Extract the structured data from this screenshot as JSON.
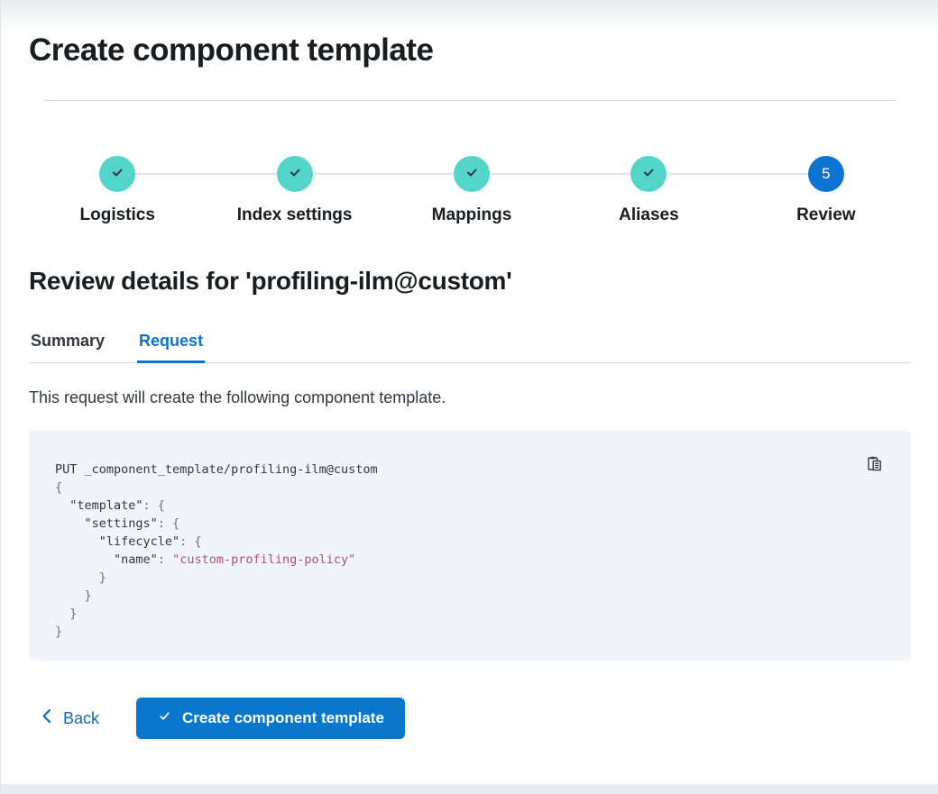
{
  "page": {
    "title": "Create component template"
  },
  "stepper": {
    "steps": [
      {
        "label": "Logistics",
        "status": "complete"
      },
      {
        "label": "Index settings",
        "status": "complete"
      },
      {
        "label": "Mappings",
        "status": "complete"
      },
      {
        "label": "Aliases",
        "status": "complete"
      },
      {
        "label": "Review",
        "status": "current",
        "number": "5"
      }
    ]
  },
  "review": {
    "heading": "Review details for 'profiling-ilm@custom'",
    "tabs": [
      {
        "label": "Summary",
        "selected": false
      },
      {
        "label": "Request",
        "selected": true
      }
    ],
    "description": "This request will create the following component template."
  },
  "code_block": {
    "copy_icon": "copy-clipboard-icon",
    "request_text": "PUT _component_template/profiling-ilm@custom\n{\n  \"template\": {\n    \"settings\": {\n      \"lifecycle\": {\n        \"name\": \"custom-profiling-policy\"\n      }\n    }\n  }\n}",
    "lines": [
      [
        [
          "plain",
          "PUT _component_template/profiling-ilm@custom"
        ]
      ],
      [
        [
          "punct",
          "{"
        ]
      ],
      [
        [
          "plain",
          "  \"template\""
        ],
        [
          "punct",
          ": {"
        ]
      ],
      [
        [
          "plain",
          "    \"settings\""
        ],
        [
          "punct",
          ": {"
        ]
      ],
      [
        [
          "plain",
          "      \"lifecycle\""
        ],
        [
          "punct",
          ": {"
        ]
      ],
      [
        [
          "plain",
          "        \"name\""
        ],
        [
          "punct",
          ": "
        ],
        [
          "string",
          "\"custom-profiling-policy\""
        ]
      ],
      [
        [
          "punct",
          "      }"
        ]
      ],
      [
        [
          "punct",
          "    }"
        ]
      ],
      [
        [
          "punct",
          "  }"
        ]
      ],
      [
        [
          "punct",
          "}"
        ]
      ]
    ]
  },
  "footer": {
    "back_label": "Back",
    "submit_label": "Create component template"
  },
  "colors": {
    "step_complete": "#54d5c9",
    "step_current": "#0d74d1",
    "tab_selected": "#0b74d1",
    "code_background": "#f1f4fa",
    "code_string": "#b0517e",
    "primary_button": "#0877cc",
    "link_blue": "#0e6cb5",
    "divider": "#d3dae6"
  }
}
